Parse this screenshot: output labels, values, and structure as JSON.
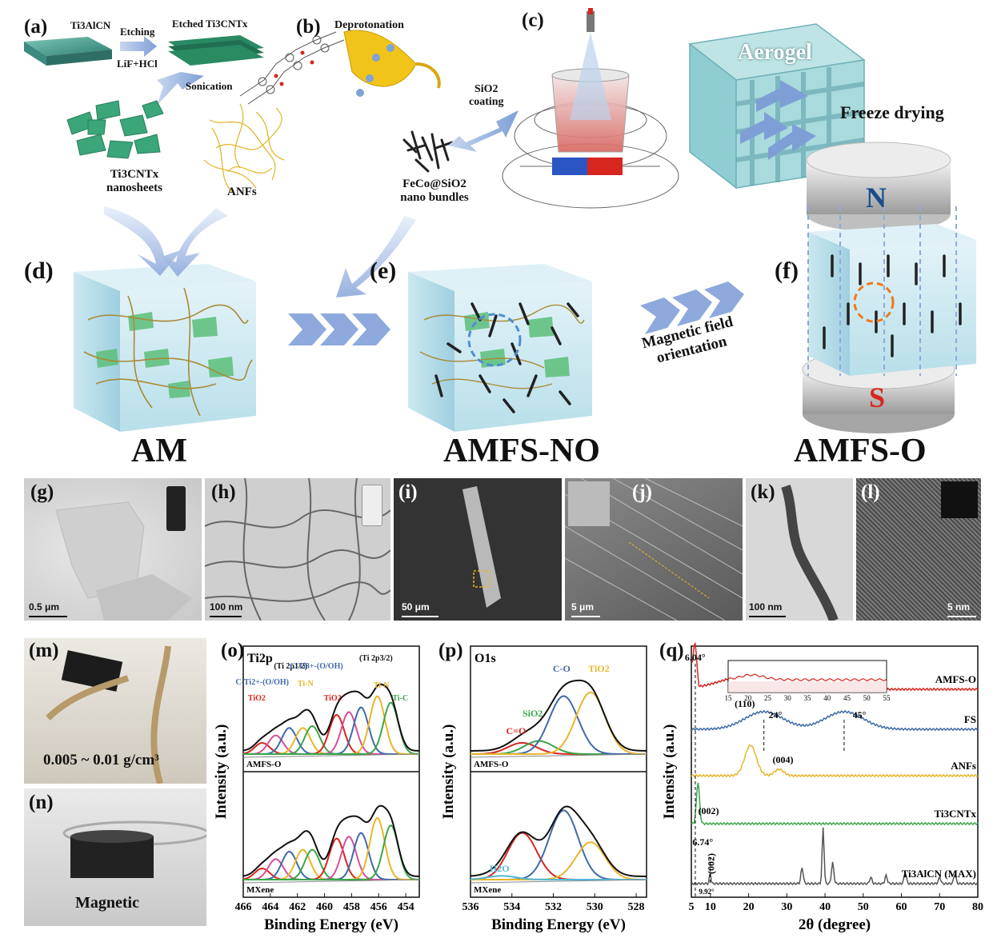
{
  "panels": {
    "a": "(a)",
    "b": "(b)",
    "c": "(c)",
    "d": "(d)",
    "e": "(e)",
    "f": "(f)",
    "g": "(g)",
    "h": "(h)",
    "i": "(i)",
    "j": "(j)",
    "k": "(k)",
    "l": "(l)",
    "m": "(m)",
    "n": "(n)",
    "o": "(o)",
    "p": "(p)",
    "q": "(q)"
  },
  "schematic": {
    "ti3alcn": "Ti3AlCN",
    "etching": "Etching",
    "etched": "Etched Ti3CNTx",
    "lif": "LiF+HCl",
    "sonication": "Sonication",
    "deprotonation": "Deprotonation",
    "nanosheets_1": "Ti3CNTx",
    "nanosheets_2": "nanosheets",
    "anfs": "ANFs",
    "sio2_1": "SiO2",
    "sio2_2": "coating",
    "feco_1": "FeCo@SiO2",
    "feco_2": "nano bundles",
    "aerogel": "Aerogel",
    "freeze": "Freeze drying",
    "north": "N",
    "south": "S",
    "mag_1": "Magnetic field",
    "mag_2": "orientation",
    "am": "AM",
    "amfs_no": "AMFS-NO",
    "amfs_o": "AMFS-O"
  },
  "micrographs": {
    "g": "0.5 μm",
    "h": "100 nm",
    "i": "50 μm",
    "j": "5 μm",
    "k": "100 nm",
    "l": "5 nm"
  },
  "photos": {
    "density": "0.005 ~ 0.01 g/cm³",
    "magnetic": "Magnetic"
  },
  "colors": {
    "red": "#d7261e",
    "blue": "#3f6aa8",
    "green": "#3aa64a",
    "yellow": "#e9b52a",
    "pink": "#d54f9c",
    "orange": "#ef7a1c",
    "navy": "#1a4c8b"
  },
  "chart_data": [
    {
      "type": "line",
      "title": "Ti2p",
      "xlabel": "Binding Energy (eV)",
      "ylabel": "Intensity (a.u.)",
      "xlim": [
        466,
        453
      ],
      "xticks": [
        466,
        464,
        462,
        460,
        458,
        456,
        454
      ],
      "subpanels": [
        "AMFS-O",
        "MXene"
      ],
      "peak_labels": [
        "(Ti 2p1/2)",
        "C-Ti3+-(O/OH)",
        "(Ti 2p3/2)",
        "C-Ti2+-(O/OH)",
        "Ti-N",
        "TiO2",
        "TiO2",
        "Ti-N",
        "Ti-C"
      ],
      "series": [
        {
          "name": "TiO2 2p1/2",
          "color": "#d7261e",
          "center": 464.6
        },
        {
          "name": "C-Ti2+-(O/OH) 2p1/2",
          "color": "#d54f9c",
          "center": 463.6
        },
        {
          "name": "C-Ti3+-(O/OH) 2p1/2",
          "color": "#3f6aa8",
          "center": 462.6
        },
        {
          "name": "Ti-N 2p1/2",
          "color": "#e9b52a",
          "center": 461.6
        },
        {
          "name": "Ti-C 2p1/2",
          "color": "#3aa64a",
          "center": 460.9
        },
        {
          "name": "TiO2 2p3/2",
          "color": "#d7261e",
          "center": 459.1
        },
        {
          "name": "C-Ti2+-(O/OH) 2p3/2",
          "color": "#d54f9c",
          "center": 458.2
        },
        {
          "name": "C-Ti3+-(O/OH) 2p3/2",
          "color": "#3f6aa8",
          "center": 457.3
        },
        {
          "name": "Ti-N 2p3/2",
          "color": "#e9b52a",
          "center": 456.1
        },
        {
          "name": "Ti-C 2p3/2",
          "color": "#3aa64a",
          "center": 455.1
        }
      ]
    },
    {
      "type": "line",
      "title": "O1s",
      "xlabel": "Binding Energy (eV)",
      "ylabel": "Intensity (a.u.)",
      "xlim": [
        536,
        527.5
      ],
      "xticks": [
        536,
        534,
        532,
        530,
        528
      ],
      "subpanels": [
        "AMFS-O",
        "MXene"
      ],
      "series": [
        {
          "name": "C=O",
          "color": "#d7261e",
          "center": 533.5
        },
        {
          "name": "SiO2",
          "color": "#3aa64a",
          "center": 532.7
        },
        {
          "name": "C-O",
          "color": "#3f6aa8",
          "center": 531.5
        },
        {
          "name": "TiO2",
          "color": "#e9b52a",
          "center": 530.2
        },
        {
          "name": "H2O",
          "color": "#4fb8d8",
          "center": 534.5
        }
      ]
    },
    {
      "type": "line",
      "xlabel": "2θ (degree)",
      "ylabel": "Intensity (a.u.)",
      "xlim": [
        5,
        80
      ],
      "xticks": [
        5,
        10,
        20,
        30,
        40,
        50,
        60,
        70,
        80
      ],
      "inset_xticks": [
        15,
        20,
        25,
        30,
        35,
        40,
        45,
        50,
        55
      ],
      "series": [
        {
          "name": "AMFS-O",
          "color": "#d7261e"
        },
        {
          "name": "FS",
          "color": "#3f6aa8"
        },
        {
          "name": "ANFs",
          "color": "#e9b52a"
        },
        {
          "name": "Ti3CNTx",
          "color": "#3aa64a"
        },
        {
          "name": "Ti3AlCN (MAX)",
          "color": "#555555"
        }
      ],
      "annotations": [
        "6.04°",
        "24°",
        "45°",
        "(110)",
        "(004)",
        "(002)",
        "6.74°",
        "(002)",
        "9.92°"
      ]
    }
  ]
}
